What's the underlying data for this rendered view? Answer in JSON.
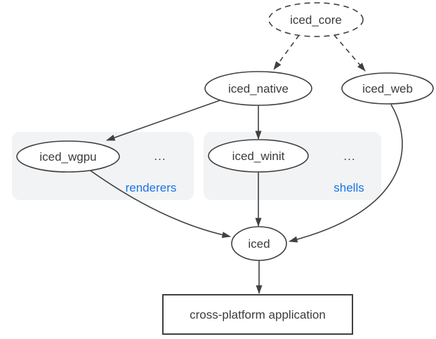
{
  "diagram": {
    "nodes": {
      "iced_core": "iced_core",
      "iced_native": "iced_native",
      "iced_web": "iced_web",
      "iced_wgpu": "iced_wgpu",
      "iced_winit": "iced_winit",
      "iced": "iced",
      "application": "cross-platform application"
    },
    "clusters": {
      "renderers": {
        "label": "renderers",
        "ellipsis": "..."
      },
      "shells": {
        "label": "shells",
        "ellipsis": "..."
      }
    },
    "colors": {
      "cluster_fill": "#f1f3f4",
      "cluster_label": "#1a73e8",
      "line": "#404040",
      "node_fill": "#ffffff",
      "background": "#ffffff"
    }
  }
}
